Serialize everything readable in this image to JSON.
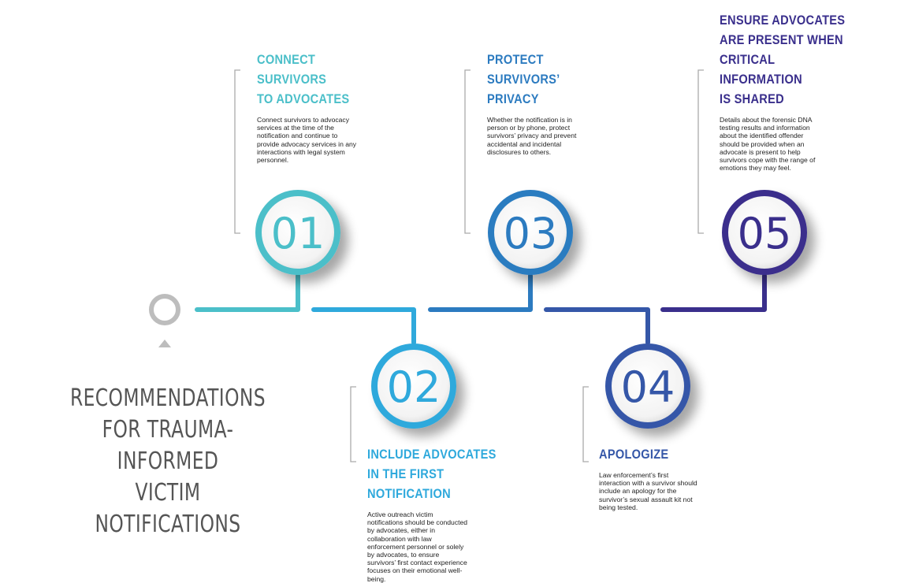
{
  "heading": "RECOMMENDATIONS\nFOR TRAUMA-INFORMED\nVICTIM NOTIFICATIONS",
  "colors": {
    "step1": "#4bbfc9",
    "step2": "#2fa9dc",
    "step3": "#2c7bc0",
    "step4": "#3557a8",
    "step5": "#3a2f8c",
    "start_marker": "#bdbdbd"
  },
  "steps": [
    {
      "number": "01",
      "title": "CONNECT SURVIVORS\nTO ADVOCATES",
      "text": "Connect survivors to advocacy services at the time of the notification and continue to provide advocacy services in any interactions with legal system personnel."
    },
    {
      "number": "02",
      "title": "INCLUDE ADVOCATES\nIN THE FIRST NOTIFICATION",
      "text": "Active outreach victim notifications should be conducted by advocates, either in collaboration with law enforcement personnel or solely by advocates, to ensure survivors’ first contact experience focuses on their emotional well-being."
    },
    {
      "number": "03",
      "title": "PROTECT SURVIVORS’\nPRIVACY",
      "text": "Whether the notification is in person or by phone, protect survivors’ privacy and prevent accidental and incidental disclosures to others."
    },
    {
      "number": "04",
      "title": "APOLOGIZE",
      "text": "Law enforcement’s first interaction with a survivor should include an apology for the survivor’s sexual assault kit not being tested."
    },
    {
      "number": "05",
      "title": "ENSURE ADVOCATES\nARE PRESENT WHEN\nCRITICAL INFORMATION\nIS SHARED",
      "text": "Details about the forensic DNA testing results and information about the identified offender should be provided when an advocate is present to help survivors cope with the range of emotions they may feel."
    }
  ]
}
